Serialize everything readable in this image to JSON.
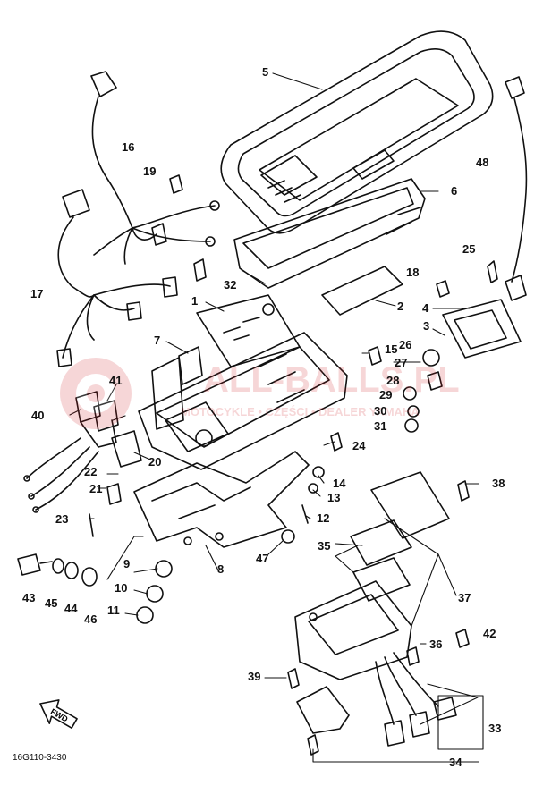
{
  "diagram": {
    "drawing_code": "16G110-3430",
    "fwd_label": "FWD",
    "watermark": {
      "line1": "ALL-BALLS.PL",
      "line2": "MOTOCYKLE • CZĘŚCI • DEALER YAMAHA"
    },
    "callouts": [
      "1",
      "2",
      "3",
      "4",
      "5",
      "6",
      "7",
      "8",
      "9",
      "10",
      "11",
      "12",
      "13",
      "14",
      "15",
      "16",
      "17",
      "18",
      "19",
      "20",
      "21",
      "22",
      "23",
      "24",
      "25",
      "26",
      "27",
      "28",
      "29",
      "30",
      "31",
      "32",
      "33",
      "34",
      "35",
      "36",
      "37",
      "38",
      "39",
      "40",
      "41",
      "42",
      "43",
      "44",
      "45",
      "46",
      "47",
      "48"
    ]
  }
}
